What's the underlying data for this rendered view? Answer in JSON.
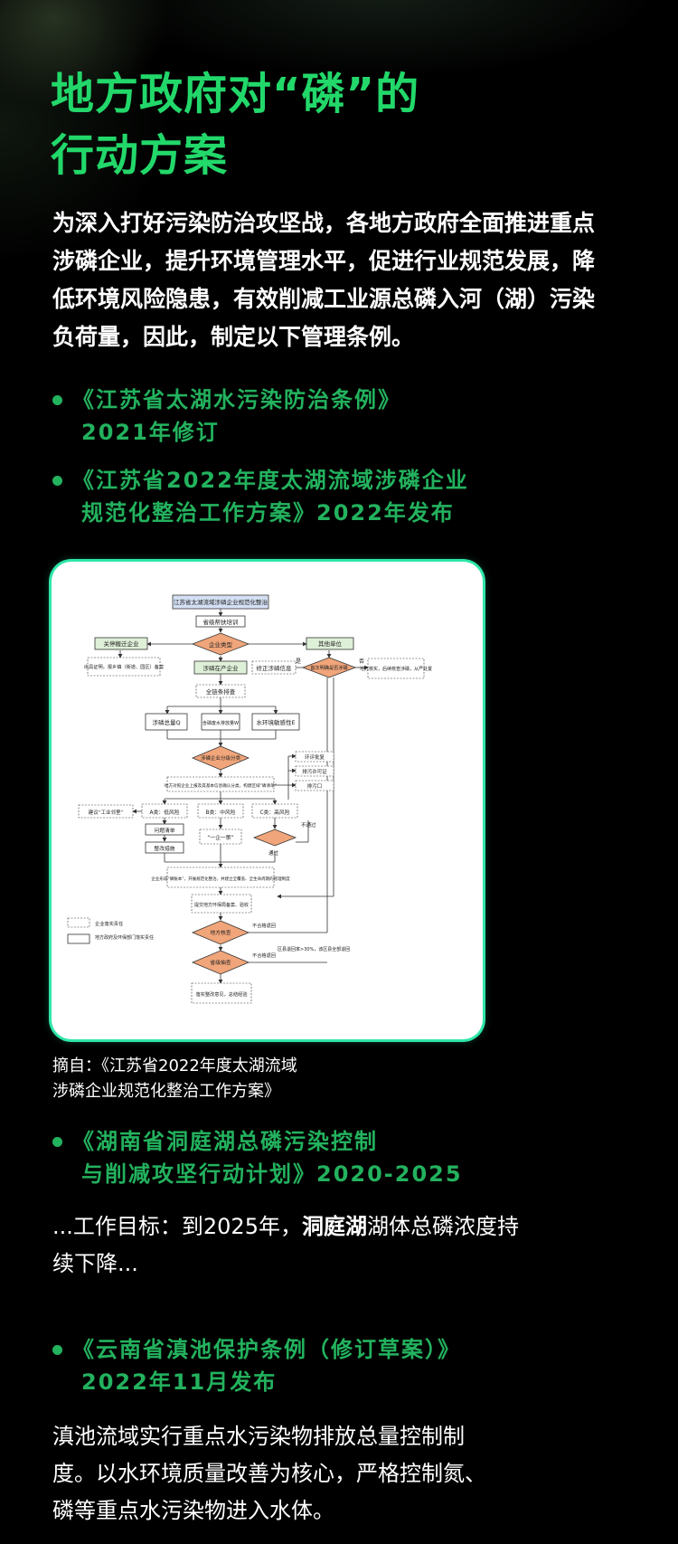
{
  "header": {
    "title_line1": "地方政府对“磷”的",
    "title_line2": "行动方案"
  },
  "intro": {
    "text": "为深入打好污染防治攻坚战，各地方政府全面推进重点涉磷企业，提升环境管理水平，促进行业规范发展，降低环境风险隐患，有效削减工业源总磷入河（湖）污染负荷量，因此，制定以下管理条例。"
  },
  "laws": [
    {
      "line1": "《江苏省太湖水污染防治条例》",
      "line2": "2021年修订"
    },
    {
      "line1": "《江苏省2022年度太湖流域涉磷企业",
      "line2": "规范化整治工作方案》2022年发布"
    },
    {
      "line1": "《湖南省洞庭湖总磷污染控制",
      "line2": "与削减攻坚行动计划》2020-2025"
    },
    {
      "line1": "《云南省滇池保护条例（修订草案）》",
      "line2": "2022年11月发布"
    }
  ],
  "flowchart": {
    "title": "江苏省太湖流域涉磷企业规范化整治",
    "step_training": "省级帮扶培训",
    "decision_type": "企业类型",
    "close_move": "关停搬迁企业",
    "other_units": "其他单位",
    "close_move_note": "出具证明，报乡镇（街道、园区）备案",
    "first_check": "首次明确是否涉磷",
    "yes_label": "是",
    "no_label": "否",
    "local_verify": "地方核实，后续核查涉磷，从严处置",
    "producing": "涉磷在产企业",
    "fix_info": "修正涉磷信息",
    "full_check": "全链条排查",
    "metric_q": "涉磷总量Q",
    "metric_w": "含磷废水排放量W",
    "metric_e": "水环境敏感性E",
    "classify": "涉磷企业分级分类",
    "confirm": "地方对照企业上报及其基本信息确认分类，构建区域“磷清单”",
    "env_approval": "环评批复",
    "discharge_permit": "排污许可证",
    "outlet": "排污口",
    "suggest_park": "建议“工业邻里”",
    "class_a": "A类：低风险",
    "class_b": "B类：中风险",
    "class_c": "C类：高风险",
    "issue_list": "问题清单",
    "rectify": "整改措施",
    "one_policy": "“一企一策”",
    "not_pass": "不通过",
    "pass": "通过",
    "ledger": "企业形成“磷账本”，开展规范化整治，并建立全覆盖、全生命周期的管理制度",
    "submit": "提交地方环保局备案、验收",
    "local_review": "地方核查",
    "unqualified_return": "不合格退回",
    "province_check": "省级抽查",
    "return_rate": "区县退回率>30%，该区县全部退回",
    "finalize": "落实整改意见，总结经验",
    "legend_company": "企业落实责任",
    "legend_gov": "地方政府及环保部门落实责任"
  },
  "caption": {
    "line1": "摘自：《江苏省2022年度太湖流域",
    "line2": "涉磷企业规范化整治工作方案》"
  },
  "dongting": {
    "text_pre": "...工作目标：到2025年，",
    "text_bold": "洞庭湖",
    "text_post": "湖体总磷浓度持续下降..."
  },
  "dianchi": {
    "text": "滇池流域实行重点水污染物排放总量控制制度。以水环境质量改善为核心，严格控制氮、磷等重点水污染物进入水体。"
  },
  "colors": {
    "headline_green": "#22d86a",
    "law_green": "#23b25e",
    "card_border": "#2fe6a8",
    "flow_decision": "#f0a57a",
    "flow_box_blue": "#d4e0f4",
    "flow_box_green": "#dff0d8"
  }
}
